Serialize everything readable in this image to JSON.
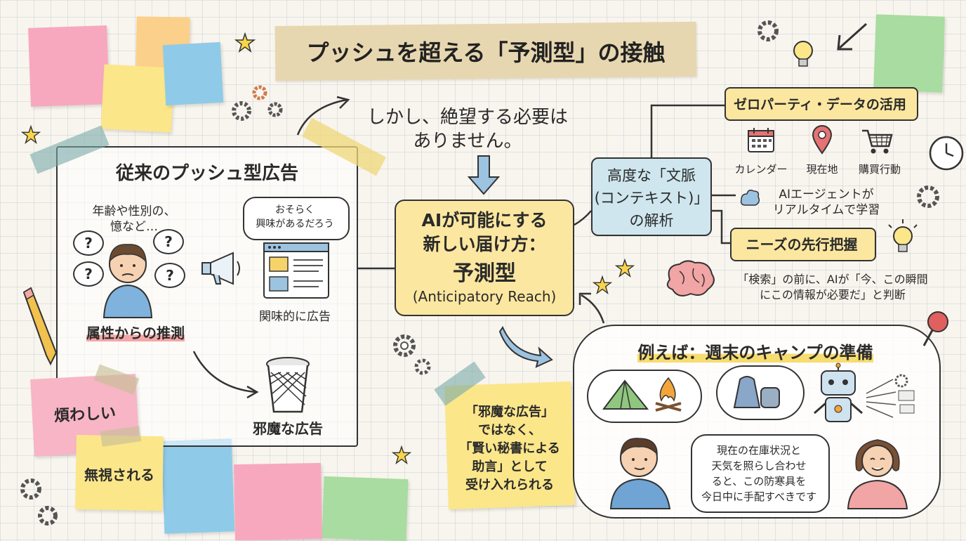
{
  "title": "プッシュを超える「予測型」の接触",
  "center_intro": [
    "しかし、絶望する必要は",
    "ありません。"
  ],
  "traditional": {
    "heading": "従来のプッシュ型広告",
    "attr_note": [
      "年齢や性別の、",
      "憶など…"
    ],
    "speech": [
      "おそらく",
      "興味があるだろう"
    ],
    "ad_label": "関味的に広告",
    "guess_label": "属性からの推測",
    "trash_label": "邪魔な広告",
    "q_mark": "?"
  },
  "sticky_left": [
    "煩わしい",
    "無視される"
  ],
  "center_box": {
    "line1": "AIが可能にする",
    "line2": "新しい届け方：",
    "line3": "予測型",
    "line4": "(Anticipatory Reach)"
  },
  "yellow_note": [
    "「邪魔な広告」",
    "ではなく、",
    "「賢い秘書による",
    "助言」として",
    "受け入れられる"
  ],
  "context_box": [
    "高度な「文脈",
    "(コンテキスト)」",
    "の解析"
  ],
  "zero_party": {
    "label": "ゼロパーティ・データの活用",
    "icons": [
      "カレンダー",
      "現在地",
      "購買行動"
    ]
  },
  "ai_agent": [
    "AIエージェントが",
    "リアルタイムで学習"
  ],
  "needs": {
    "label": "ニーズの先行把握",
    "desc": [
      "「検索」の前に、AIが「今、この瞬間",
      "にこの情報が必要だ」と判断"
    ]
  },
  "example": {
    "heading": "例えば：週末のキャンプの準備",
    "speech": [
      "現在の在庫状況と",
      "天気を照らし合わせ",
      "ると、この防寒具を",
      "今日中に手配すべきです"
    ]
  },
  "colors": {
    "accent_yellow": "#fbe7a0",
    "accent_blue": "#cfe6ee",
    "note_pink": "#f7a8bf",
    "note_yellow": "#fbe68a",
    "note_blue": "#8fcbe8",
    "note_green": "#a8dca0"
  }
}
